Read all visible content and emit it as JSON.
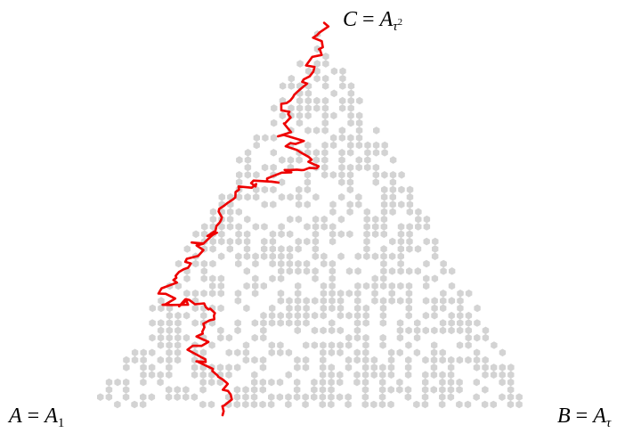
{
  "figure": {
    "labels": {
      "a_lhs": "A",
      "a_rhs": "A",
      "a_sub": "1",
      "b_lhs": "B",
      "b_rhs": "A",
      "b_sub": "τ",
      "c_lhs": "C",
      "c_rhs": "A",
      "c_sub": "τ",
      "c_sup": "2",
      "equals": "="
    },
    "colors": {
      "background": "#ffffff",
      "hexagon_fill": "#d3d3d3",
      "path": "#ee0000"
    }
  }
}
